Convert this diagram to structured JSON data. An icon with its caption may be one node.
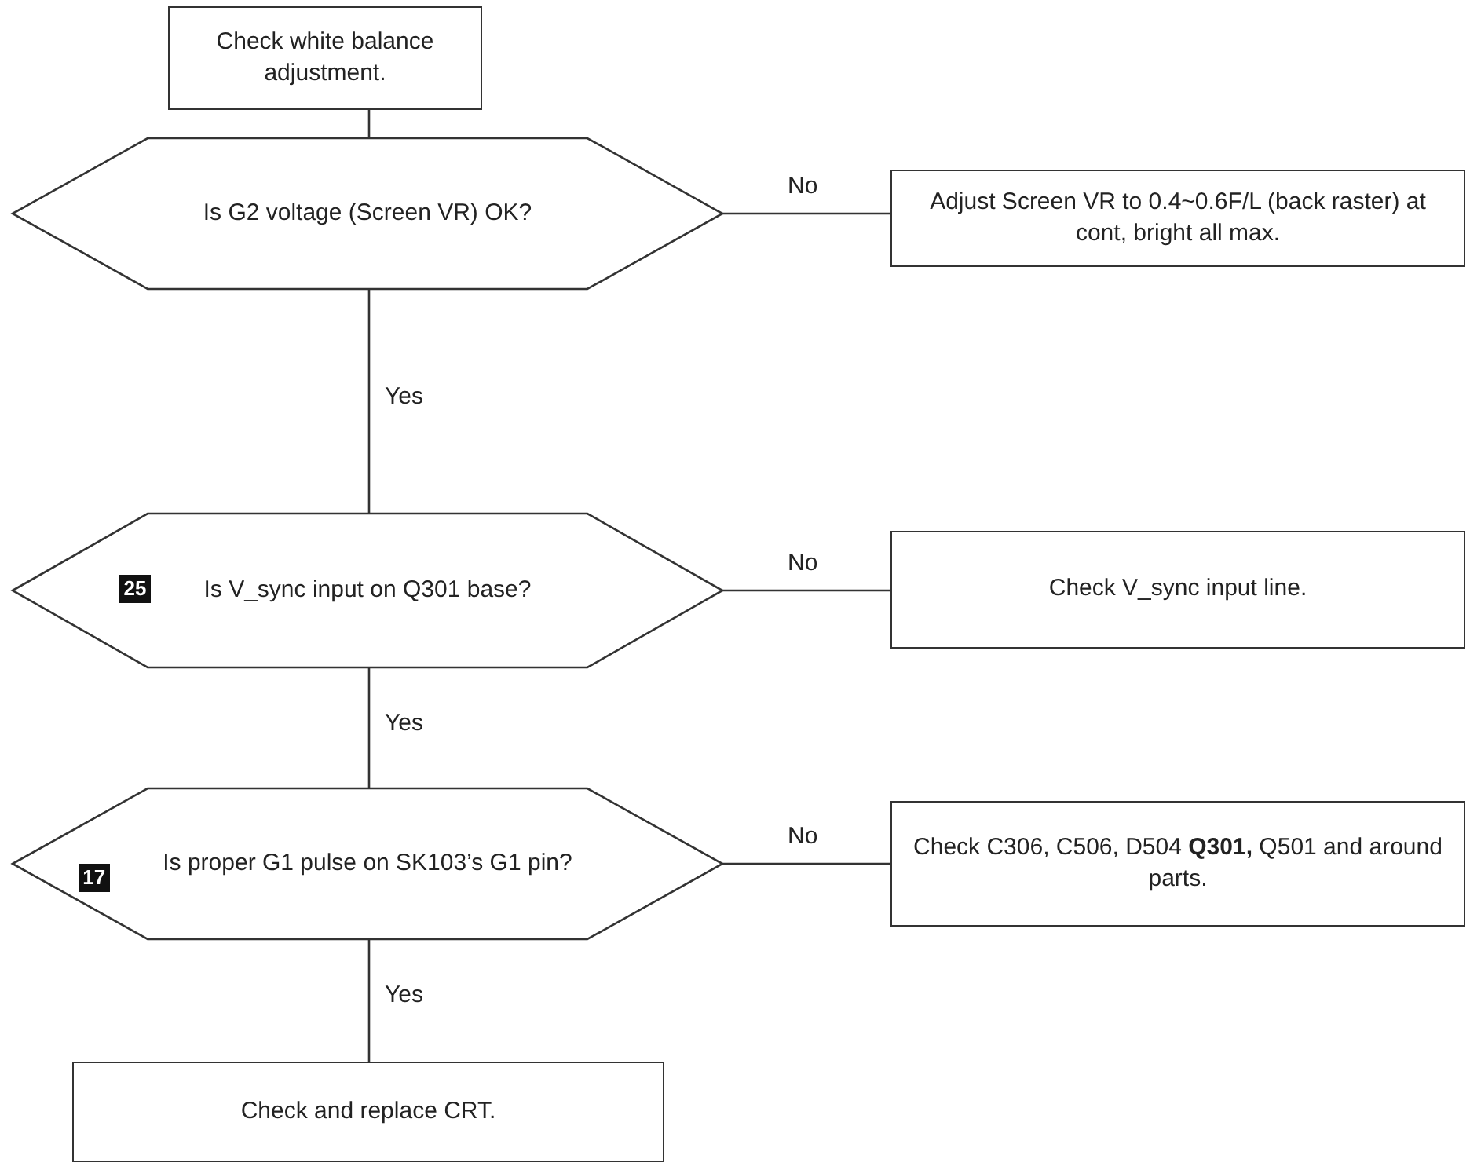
{
  "diagram": {
    "nodes": [
      {
        "text": [
          "Check white balance adjustment."
        ]
      },
      {
        "text": [
          "Is G2 voltage (Screen VR) OK?"
        ]
      },
      {
        "text": [
          "Adjust Screen VR to 0.4~0.6F/L (back raster) at cont, bright all max."
        ]
      },
      {
        "text": [
          "25",
          "Is V_sync input on Q301 base?"
        ]
      },
      {
        "text": [
          "Check V_sync input line."
        ]
      },
      {
        "text": [
          "17",
          "Is proper G1 pulse on SK103’s G1 pin?"
        ]
      },
      {
        "text": [
          "Check C306, C506, D504 **Q301,** Q501 and around parts."
        ]
      },
      {
        "text": [
          "Check and replace CRT."
        ]
      }
    ],
    "edges": [
      {
        "from": 0,
        "to": 1,
        "arrow": "none"
      },
      {
        "from": 1,
        "to": 2,
        "arrow": "none",
        "label": "No"
      },
      {
        "from": 1,
        "to": 3,
        "arrow": "none",
        "label": "Yes"
      },
      {
        "from": 3,
        "to": 4,
        "arrow": "none",
        "label": "No"
      },
      {
        "from": 3,
        "to": 5,
        "arrow": "none",
        "label": "Yes"
      },
      {
        "from": 5,
        "to": 6,
        "arrow": "none",
        "label": "No"
      },
      {
        "from": 5,
        "to": 7,
        "arrow": "none",
        "label": "Yes"
      }
    ]
  }
}
